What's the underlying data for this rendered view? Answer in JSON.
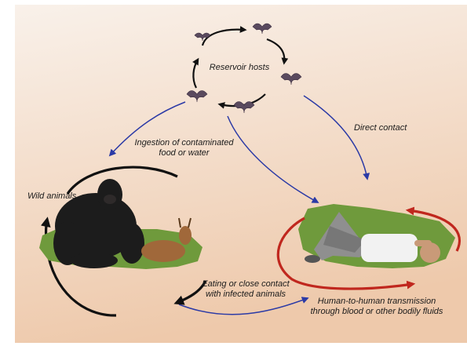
{
  "labels": {
    "reservoir": "Reservoir hosts",
    "direct": "Direct contact",
    "ingestion_1": "Ingestion of contaminated",
    "ingestion_2": "food or water",
    "wild": "Wild animals",
    "eating_1": "Eating or close contact",
    "eating_2": "with infected animals",
    "human_1": "Human-to-human transmission",
    "human_2": "through blood or other bodily fluids"
  },
  "colors": {
    "bg_top": "#f9f1ea",
    "bg_bottom": "#eec9ab",
    "arrow_blue": "#2b3aa6",
    "cycle_black": "#111111",
    "cycle_red": "#c0271e",
    "grass": "#6f9a3c"
  }
}
